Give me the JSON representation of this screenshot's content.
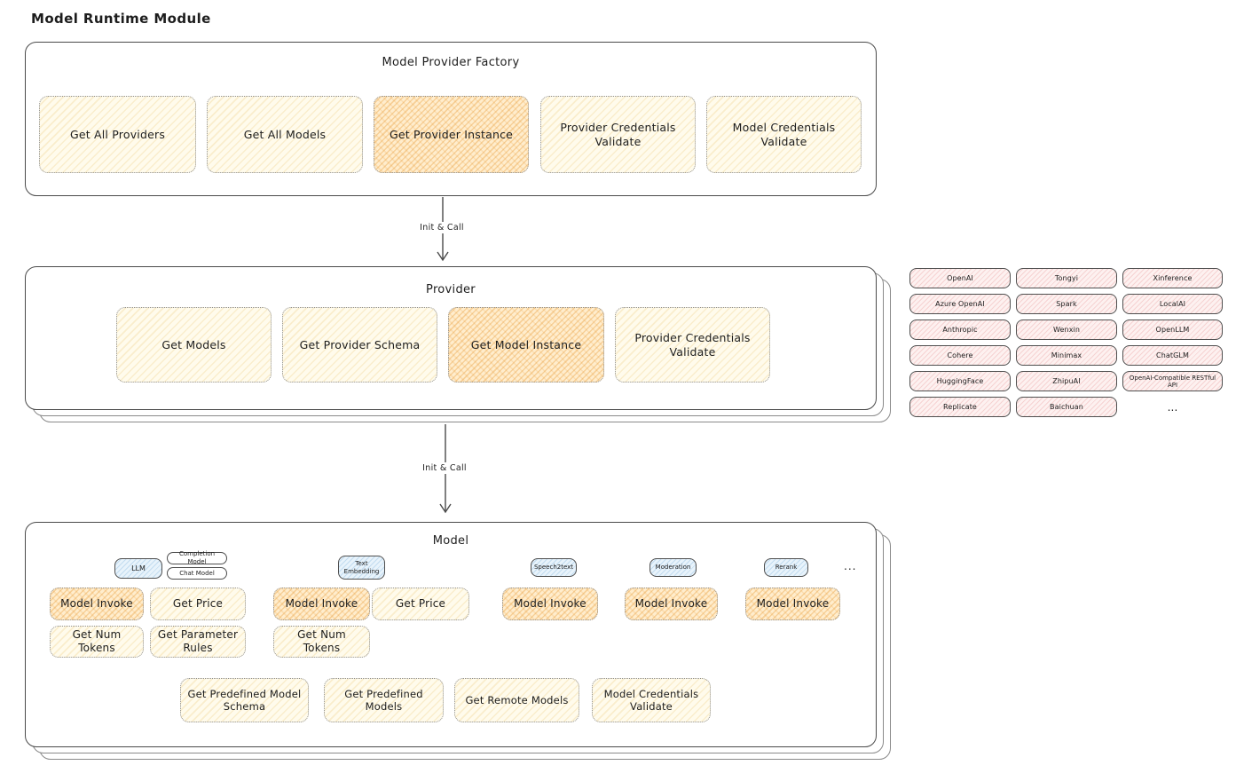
{
  "title": "Model Runtime Module",
  "arrows": {
    "arrow1": "Init & Call",
    "arrow2": "Init & Call"
  },
  "factory": {
    "title": "Model Provider Factory",
    "items": [
      {
        "label": "Get All Providers"
      },
      {
        "label": "Get All Models"
      },
      {
        "label": "Get Provider Instance"
      },
      {
        "label": "Provider Credentials Validate"
      },
      {
        "label": "Model Credentials Validate"
      }
    ]
  },
  "provider": {
    "title": "Provider",
    "items": [
      {
        "label": "Get Models"
      },
      {
        "label": "Get Provider Schema"
      },
      {
        "label": "Get Model Instance"
      },
      {
        "label": "Provider Credentials Validate"
      }
    ]
  },
  "providers_grid": {
    "items": [
      "OpenAI",
      "Tongyi",
      "Xinference",
      "Azure OpenAI",
      "Spark",
      "LocalAI",
      "Anthropic",
      "Wenxin",
      "OpenLLM",
      "Cohere",
      "Minimax",
      "ChatGLM",
      "HuggingFace",
      "ZhipuAI",
      "OpenAI-Compatible RESTful API",
      "Replicate",
      "Baichuan"
    ],
    "ellipsis": "..."
  },
  "model": {
    "title": "Model",
    "tags": {
      "llm": "LLM",
      "completion_model": "Completion Model",
      "chat_model": "Chat Model",
      "text_embedding": "Text Embedding",
      "speech2text": "Speech2text",
      "moderation": "Moderation",
      "rerank": "Rerank",
      "ellipsis": "..."
    },
    "llm_column": {
      "model_invoke": "Model Invoke",
      "get_price": "Get Price",
      "get_num_tokens": "Get Num Tokens",
      "get_parameter_rules": "Get Parameter Rules"
    },
    "embedding_column": {
      "model_invoke": "Model Invoke",
      "get_price": "Get Price",
      "get_num_tokens": "Get Num Tokens"
    },
    "speech2text_column": {
      "model_invoke": "Model Invoke"
    },
    "moderation_column": {
      "model_invoke": "Model Invoke"
    },
    "rerank_column": {
      "model_invoke": "Model Invoke"
    },
    "shared": {
      "get_predefined_model_schema": "Get Predefined Model Schema",
      "get_predefined_models": "Get Predefined Models",
      "get_remote_models": "Get Remote Models",
      "model_credentials_validate": "Model Credentials Validate"
    }
  },
  "colors": {
    "node_light": "#fffbec",
    "node_highlight": "#ffedcd",
    "tag_blue": "#e8f3fb",
    "provider_pink": "#fdf1f0",
    "stroke_dark": "#4a4a4a",
    "text": "#1d1d1d"
  }
}
